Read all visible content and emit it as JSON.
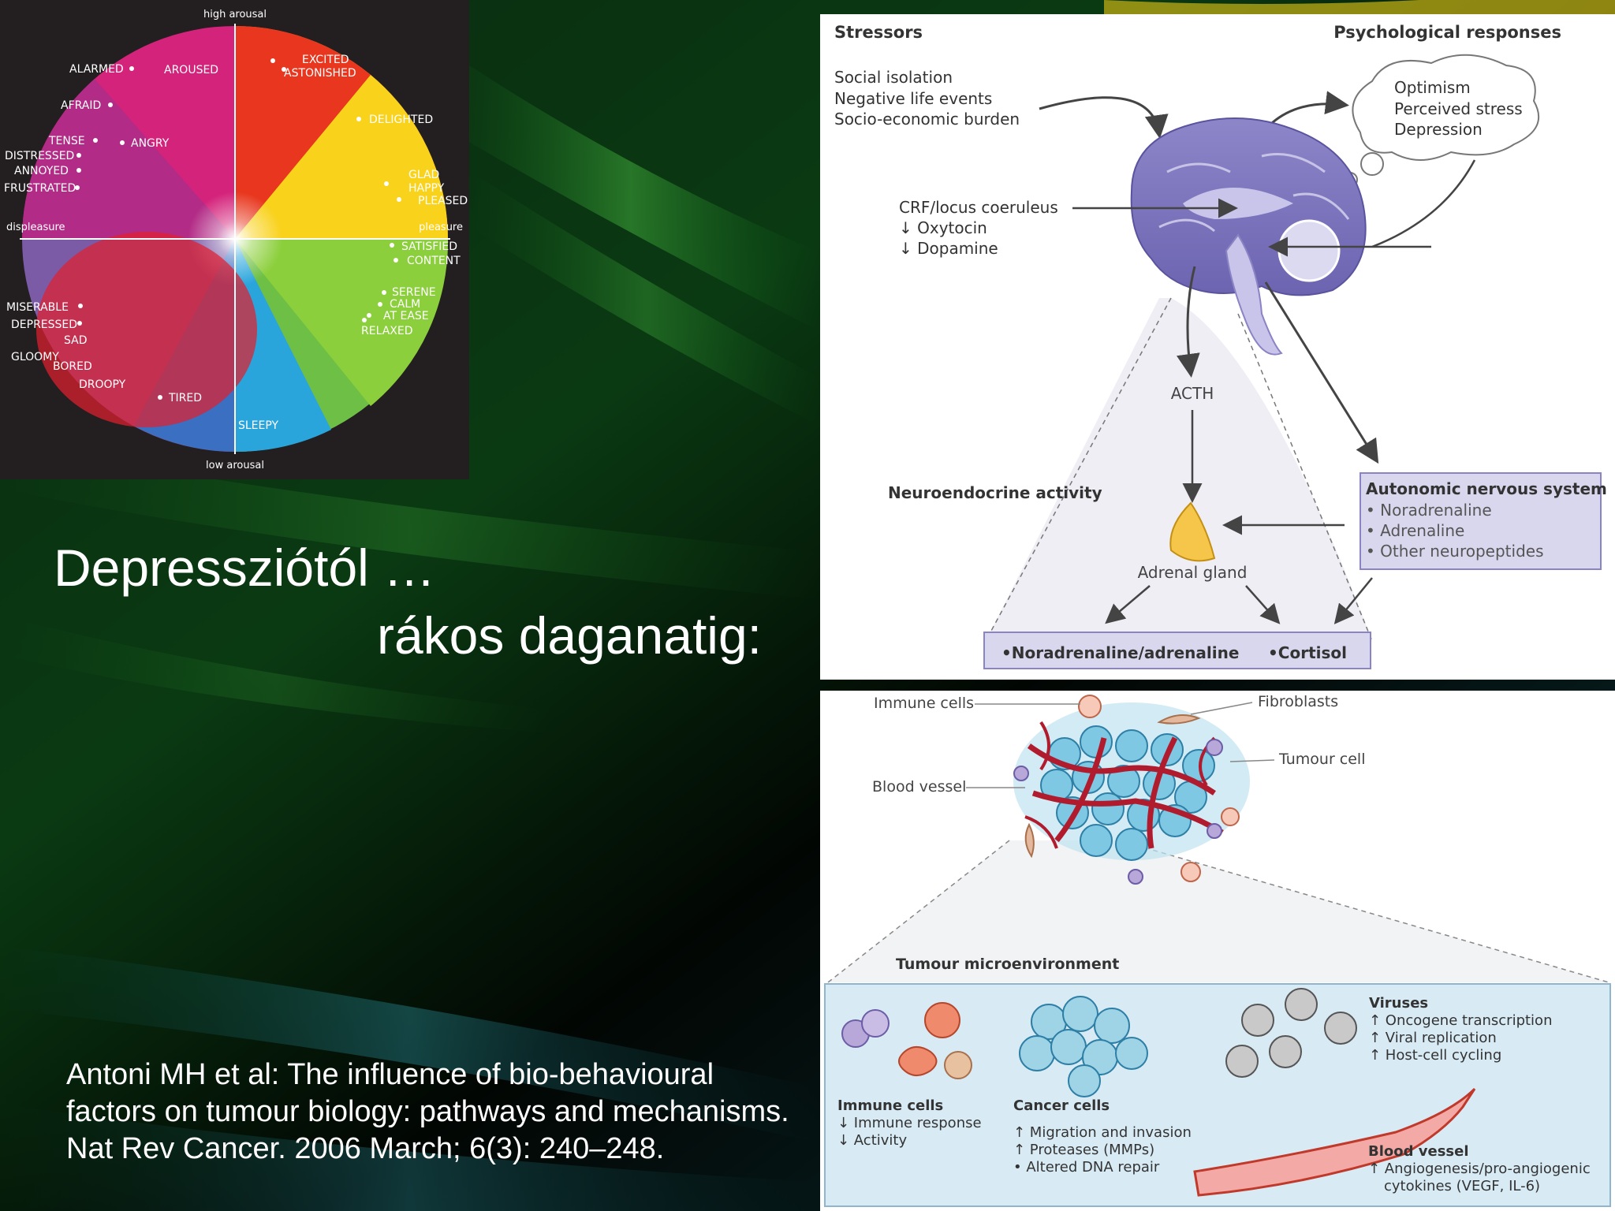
{
  "wheel": {
    "axes": {
      "top": "high arousal",
      "bottom": "low arousal",
      "left": "displeasure",
      "right": "pleasure"
    },
    "emotions": {
      "alarmed": "ALARMED",
      "aroused": "AROUSED",
      "excited": "EXCITED",
      "astonished": "ASTONISHED",
      "afraid": "AFRAID",
      "delighted": "DELIGHTED",
      "tense": "TENSE",
      "angry": "ANGRY",
      "distressed": "DISTRESSED",
      "annoyed": "ANNOYED",
      "frustrated": "FRUSTRATED",
      "glad": "GLAD",
      "happy": "HAPPY",
      "pleased": "PLEASED",
      "satisfied": "SATISFIED",
      "content": "CONTENT",
      "serene": "SERENE",
      "calm": "CALM",
      "at_ease": "AT EASE",
      "relaxed": "RELAXED",
      "miserable": "MISERABLE",
      "depressed": "DEPRESSED",
      "sad": "SAD",
      "gloomy": "GLOOMY",
      "bored": "BORED",
      "droopy": "DROOPY",
      "tired": "TIRED",
      "sleepy": "SLEEPY"
    }
  },
  "slide": {
    "title_line1": "Depressziótól …",
    "title_line2": "rákos daganatig:",
    "reference": [
      "Antoni MH et al: The influence of bio-behavioural",
      "factors on tumour biology: pathways and mechanisms.",
      "Nat Rev Cancer. 2006 March; 6(3): 240–248."
    ]
  },
  "stress_figure": {
    "stressors_heading": "Stressors",
    "psych_heading": "Psychological responses",
    "stressors": [
      "Social isolation",
      "Negative life events",
      "Socio-economic burden"
    ],
    "psych_responses": [
      "Optimism",
      "Perceived stress",
      "Depression"
    ],
    "crf": [
      "CRF/locus coeruleus",
      "↓ Oxytocin",
      "↓ Dopamine"
    ],
    "acth": "ACTH",
    "neuroendocrine": "Neuroendocrine activity",
    "adrenal": "Adrenal gland",
    "ans_heading": "Autonomic nervous system",
    "ans_items": [
      "• Noradrenaline",
      "• Adrenaline",
      "• Other neuropeptides"
    ],
    "bottom_items": [
      "•Noradrenaline/adrenaline",
      "•Cortisol"
    ]
  },
  "tumour_figure": {
    "labels": {
      "immune_cells": "Immune cells",
      "fibroblasts": "Fibroblasts",
      "tumour_cell": "Tumour cell",
      "blood_vessel": "Blood vessel"
    },
    "micro_heading": "Tumour microenvironment",
    "immune": {
      "heading": "Immune cells",
      "items": [
        "↓ Immune response",
        "↓ Activity"
      ]
    },
    "cancer": {
      "heading": "Cancer cells",
      "items": [
        "↑ Migration and invasion",
        "↑ Proteases (MMPs)",
        "• Altered DNA repair"
      ]
    },
    "viruses": {
      "heading": "Viruses",
      "items": [
        "↑ Oncogene transcription",
        "↑ Viral replication",
        "↑ Host-cell cycling"
      ]
    },
    "vessel": {
      "heading": "Blood vessel",
      "items": [
        "↑ Angiogenesis/pro-angiogenic",
        "cytokines (VEGF, IL-6)"
      ]
    }
  },
  "colors": {
    "title": "#ffffff",
    "fig_purple": "#8a83c4",
    "panel_fill": "#d9d7ee",
    "micro_fill": "#d8ebf5"
  }
}
